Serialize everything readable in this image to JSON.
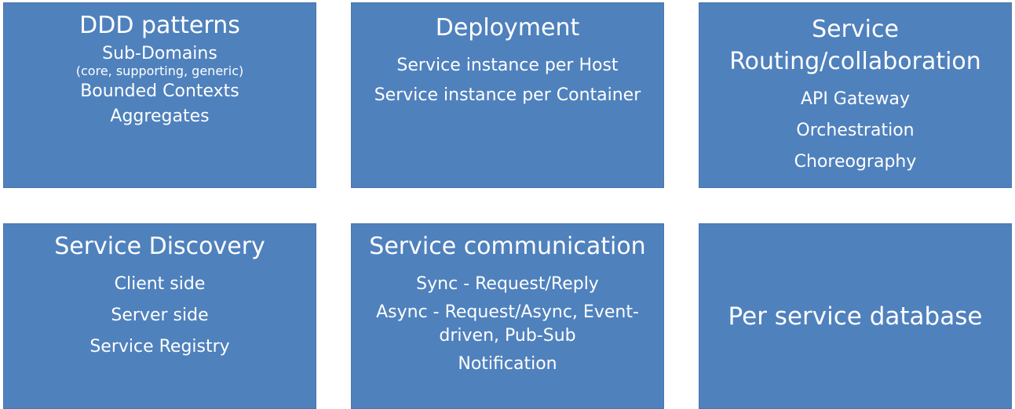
{
  "boxes": [
    {
      "title": "DDD patterns",
      "items": [
        "Sub-Domains",
        "(core, supporting, generic)",
        "Bounded Contexts",
        "Aggregates"
      ]
    },
    {
      "title": "Deployment",
      "items": [
        "Service instance per Host",
        "Service instance per Container"
      ]
    },
    {
      "title": "Service\nRouting/collaboration",
      "items": [
        "API Gateway",
        "Orchestration",
        "Choreography"
      ]
    },
    {
      "title": "Service Discovery",
      "items": [
        "Client side",
        "Server side",
        "Service Registry"
      ]
    },
    {
      "title": "Service communication",
      "items": [
        "Sync - Request/Reply",
        "Async - Request/Async, Event-driven, Pub-Sub",
        "Notification"
      ]
    },
    {
      "title": "Per service database",
      "items": []
    }
  ],
  "colors": {
    "box_fill": "#4f81bd",
    "box_border": "#4a76ad",
    "text": "#ffffff",
    "background": "#ffffff"
  }
}
